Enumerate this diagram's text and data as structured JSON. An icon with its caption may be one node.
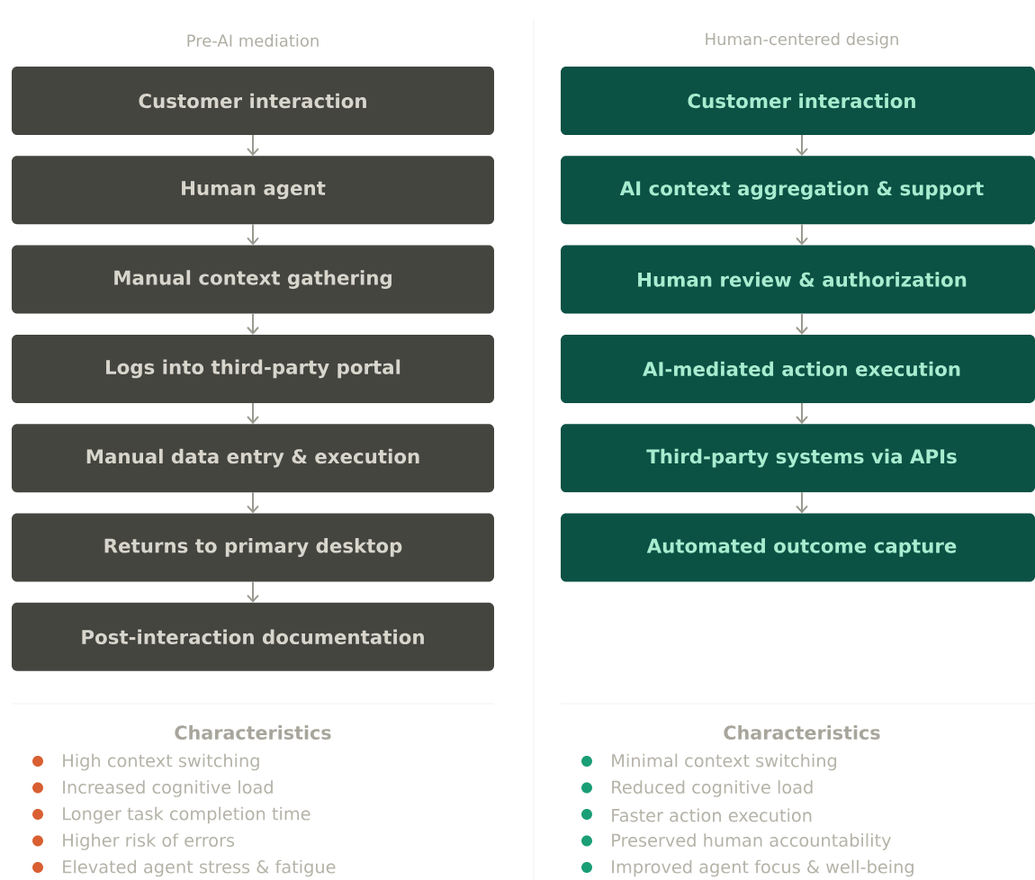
{
  "diagram": {
    "nodes": [
      {
        "text": [
          "Customer interaction"
        ]
      },
      {
        "text": [
          "Human agent"
        ]
      },
      {
        "text": [
          "Manual context gathering"
        ]
      },
      {
        "text": [
          "Logs into third-party portal"
        ]
      },
      {
        "text": [
          "Manual data entry & execution"
        ]
      },
      {
        "text": [
          "Returns to primary desktop"
        ]
      },
      {
        "text": [
          "Post-interaction documentation"
        ]
      },
      {
        "text": [
          "Customer interaction"
        ]
      },
      {
        "text": [
          "AI context aggregation & support"
        ]
      },
      {
        "text": [
          "Human review & authorization"
        ]
      },
      {
        "text": [
          "AI-mediated action execution"
        ]
      },
      {
        "text": [
          "Third-party systems via APIs"
        ]
      },
      {
        "text": [
          "Automated outcome capture"
        ]
      }
    ],
    "edges": [
      {
        "from": 0,
        "to": 1,
        "arrow": "to"
      },
      {
        "from": 1,
        "to": 2,
        "arrow": "to"
      },
      {
        "from": 2,
        "to": 3,
        "arrow": "to"
      },
      {
        "from": 3,
        "to": 4,
        "arrow": "to"
      },
      {
        "from": 4,
        "to": 5,
        "arrow": "to"
      },
      {
        "from": 5,
        "to": 6,
        "arrow": "to"
      },
      {
        "from": 7,
        "to": 8,
        "arrow": "to"
      },
      {
        "from": 8,
        "to": 9,
        "arrow": "to"
      },
      {
        "from": 9,
        "to": 10,
        "arrow": "to"
      },
      {
        "from": 10,
        "to": 11,
        "arrow": "to"
      },
      {
        "from": 11,
        "to": 12,
        "arrow": "to"
      }
    ],
    "labels": [
      "Pre-AI mediation",
      "Human-centered design",
      "Characteristics",
      "High context switching",
      "Increased cognitive load",
      "Longer task completion time",
      "Higher risk of errors",
      "Elevated agent stress & fatigue",
      "Characteristics",
      "Minimal context switching",
      "Reduced cognitive load",
      "Faster action execution",
      "Preserved human accountability",
      "Improved agent focus & well-being"
    ]
  }
}
